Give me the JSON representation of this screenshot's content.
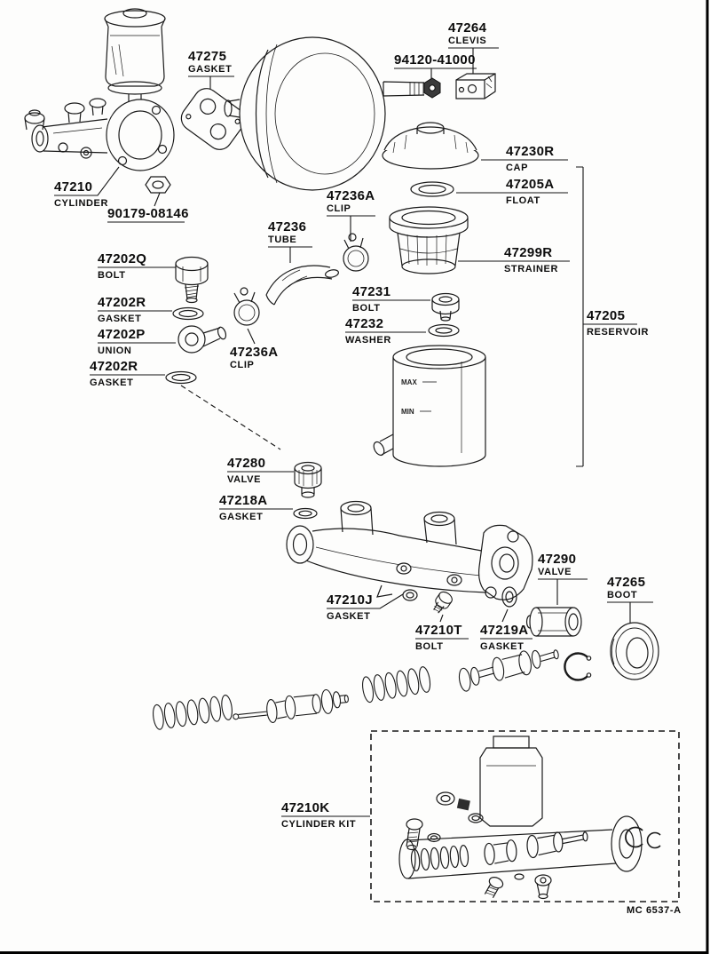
{
  "diagram": {
    "colors": {
      "ink": "#111111",
      "paper": "#fdfdfc"
    },
    "labels": [
      {
        "number": "47264",
        "name": "CLEVIS"
      },
      {
        "number": "94120-41000",
        "name": ""
      },
      {
        "number": "47275",
        "name": "GASKET"
      },
      {
        "number": "47210",
        "name": "CYLINDER"
      },
      {
        "number": "90179-08146",
        "name": ""
      },
      {
        "number": "47230R",
        "name": "CAP"
      },
      {
        "number": "47205A",
        "name": "FLOAT"
      },
      {
        "number": "47236A",
        "name": "CLIP"
      },
      {
        "number": "47236",
        "name": "TUBE"
      },
      {
        "number": "47299R",
        "name": "STRAINER"
      },
      {
        "number": "47202Q",
        "name": "BOLT"
      },
      {
        "number": "47202R",
        "name": "GASKET"
      },
      {
        "number": "47202P",
        "name": "UNION"
      },
      {
        "number": "47202R",
        "name": "GASKET"
      },
      {
        "number": "47231",
        "name": "BOLT"
      },
      {
        "number": "47232",
        "name": "WASHER"
      },
      {
        "number": "47205",
        "name": "RESERVOIR"
      },
      {
        "number": "47236A",
        "name": "CLIP"
      },
      {
        "number": "47280",
        "name": "VALVE"
      },
      {
        "number": "47218A",
        "name": "GASKET"
      },
      {
        "number": "47290",
        "name": "VALVE"
      },
      {
        "number": "47265",
        "name": "BOOT"
      },
      {
        "number": "47210J",
        "name": "GASKET"
      },
      {
        "number": "47210T",
        "name": "BOLT"
      },
      {
        "number": "47219A",
        "name": "GASKET"
      },
      {
        "number": "47210K",
        "name": "CYLINDER KIT"
      }
    ],
    "reservoir_markings": {
      "max": "MAX",
      "min": "MIN"
    },
    "footer_code": "MC 6537-A"
  }
}
